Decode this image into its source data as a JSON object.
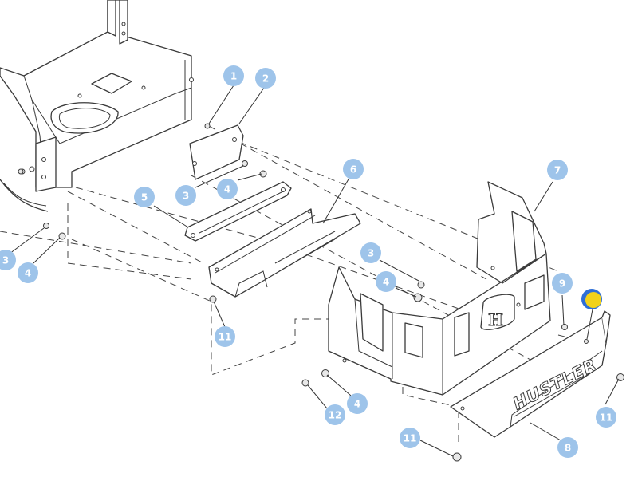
{
  "callouts": [
    {
      "label": "1"
    },
    {
      "label": "2"
    },
    {
      "label": "3"
    },
    {
      "label": "4"
    },
    {
      "label": "5"
    },
    {
      "label": "6"
    },
    {
      "label": "3"
    },
    {
      "label": "4"
    },
    {
      "label": "3"
    },
    {
      "label": "4"
    },
    {
      "label": "7"
    },
    {
      "label": "9"
    },
    {
      "label": "11"
    },
    {
      "label": "4"
    },
    {
      "label": "12"
    },
    {
      "label": "11"
    },
    {
      "label": "8"
    },
    {
      "label": "11"
    }
  ],
  "shield_brand_text": "HUSTLER",
  "logo_text": "H",
  "colors": {
    "callout_fill": "#9ec4ea",
    "callout_text": "#ffffff",
    "highlight_marker": "#f2d21a",
    "highlight_ring": "#2f6fd6",
    "line": "#3a3a3a"
  }
}
